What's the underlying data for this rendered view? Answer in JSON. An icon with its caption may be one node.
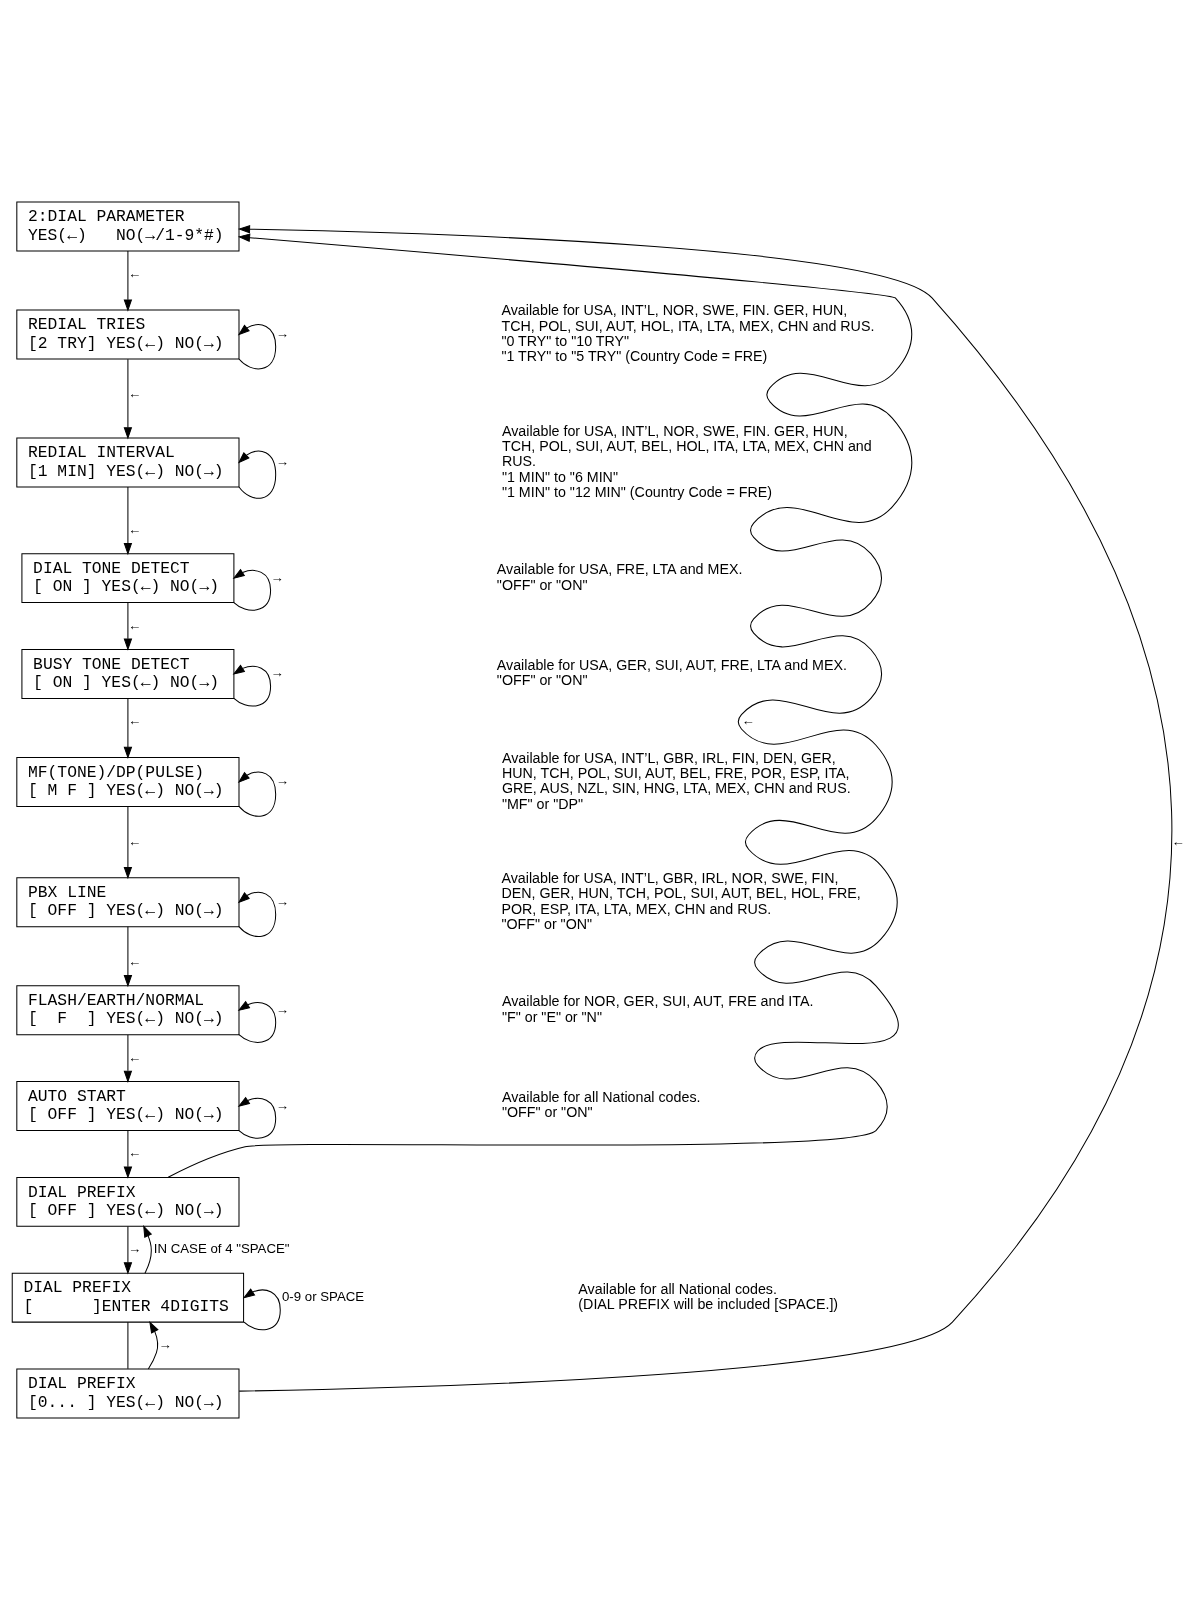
{
  "diagram": {
    "nodes": [
      {
        "text": [
          "2:DIAL PARAMETER",
          "YES(←)   NO(→/1-9*#)"
        ]
      },
      {
        "text": [
          "REDIAL TRIES",
          "[2 TRY] YES(←) NO(→)"
        ],
        "beside": [
          "Available for USA, INT’L, NOR, SWE, FIN. GER, HUN, TCH, POL, SUI, AUT, HOL, ITA, LTA, MEX, CHN and RUS.",
          "\"0 TRY\" to \"10 TRY\"",
          "\"1 TRY\" to \"5 TRY\" (Country Code = FRE)"
        ]
      },
      {
        "text": [
          "REDIAL INTERVAL",
          "[1 MIN] YES(←) NO(→)"
        ],
        "beside": [
          "Available for USA, INT’L, NOR, SWE, FIN. GER, HUN, TCH, POL, SUI, AUT, BEL, HOL, ITA, LTA, MEX, CHN and RUS.",
          "\"1 MIN\" to \"6 MIN\"",
          "\"1 MIN\" to \"12 MIN\" (Country Code = FRE)"
        ]
      },
      {
        "text": [
          "DIAL TONE DETECT",
          "[ ON ] YES(←) NO(→)"
        ],
        "beside": [
          "Available for USA, FRE, LTA and MEX.",
          "\"OFF\" or \"ON\""
        ]
      },
      {
        "text": [
          "BUSY TONE DETECT",
          "[ ON ] YES(←) NO(→)"
        ],
        "beside": [
          "Available for USA, GER, SUI, AUT, FRE, LTA and MEX.",
          "\"OFF\" or \"ON\""
        ]
      },
      {
        "text": [
          "MF(TONE)/DP(PULSE)",
          "[ M F ] YES(←) NO(→)"
        ],
        "beside": [
          "Available for USA, INT’L, GBR, IRL, FIN, DEN, GER, HUN, TCH, POL, SUI, AUT, BEL, FRE, POR, ESP, ITA, GRE, AUS, NZL, SIN, HNG, LTA, MEX, CHN and RUS.",
          "\"MF\" or \"DP\""
        ]
      },
      {
        "text": [
          "PBX LINE",
          "[ OFF ] YES(←) NO(→)"
        ],
        "beside": [
          "Available for USA, INT’L, GBR, IRL, NOR, SWE, FIN, DEN, GER, HUN, TCH, POL, SUI, AUT, BEL, HOL, FRE, POR, ESP, ITA, LTA, MEX, CHN and RUS.",
          "\"OFF\" or \"ON\""
        ]
      },
      {
        "text": [
          "FLASH/EARTH/NORMAL",
          "[  F  ] YES(←) NO(→)"
        ],
        "beside": [
          "Available for NOR, GER, SUI, AUT, FRE and ITA.",
          "\"F\" or \"E\" or \"N\""
        ]
      },
      {
        "text": [
          "AUTO START",
          "[ OFF ] YES(←) NO(→)"
        ],
        "beside": [
          "Available for all National codes.",
          "\"OFF\" or \"ON\""
        ]
      },
      {
        "text": [
          "DIAL PREFIX",
          "[ OFF ] YES(←) NO(→)"
        ]
      },
      {
        "text": [
          "DIAL PREFIX",
          "[      ]ENTER 4DIGITS"
        ],
        "beside": [
          "Available for all National codes.",
          "(DIAL PREFIX will be included [SPACE.])"
        ]
      },
      {
        "text": [
          "DIAL PREFIX",
          "[0... ] YES(←) NO(→)"
        ]
      }
    ],
    "edges": [
      {
        "from": 0,
        "to": 1,
        "arrow": "to",
        "label": "←"
      },
      {
        "from": 1,
        "to": 1,
        "arrow": "to",
        "label": "→"
      },
      {
        "from": 1,
        "to": 2,
        "arrow": "to",
        "label": "←"
      },
      {
        "from": 2,
        "to": 2,
        "arrow": "to",
        "label": "→"
      },
      {
        "from": 2,
        "to": 3,
        "arrow": "to",
        "label": "←"
      },
      {
        "from": 3,
        "to": 3,
        "arrow": "to",
        "label": "→"
      },
      {
        "from": 3,
        "to": 4,
        "arrow": "to",
        "label": "←"
      },
      {
        "from": 4,
        "to": 4,
        "arrow": "to",
        "label": "→"
      },
      {
        "from": 4,
        "to": 5,
        "arrow": "to",
        "label": "←"
      },
      {
        "from": 5,
        "to": 5,
        "arrow": "to",
        "label": "→"
      },
      {
        "from": 5,
        "to": 6,
        "arrow": "to",
        "label": "←"
      },
      {
        "from": 6,
        "to": 6,
        "arrow": "to",
        "label": "→"
      },
      {
        "from": 6,
        "to": 7,
        "arrow": "to",
        "label": "←"
      },
      {
        "from": 7,
        "to": 7,
        "arrow": "to",
        "label": "→"
      },
      {
        "from": 7,
        "to": 8,
        "arrow": "to",
        "label": "←"
      },
      {
        "from": 8,
        "to": 8,
        "arrow": "to",
        "label": "→"
      },
      {
        "from": 8,
        "to": 9,
        "arrow": "to",
        "label": "←"
      },
      {
        "from": 9,
        "to": 10,
        "arrow": "to",
        "label": "→"
      },
      {
        "from": 10,
        "to": 10,
        "arrow": "to",
        "label": "0-9 or SPACE"
      },
      {
        "from": 10,
        "to": 9,
        "arrow": "to",
        "label": "IN CASE of 4 \"SPACE\""
      },
      {
        "from": 10,
        "to": 11,
        "arrow": "none"
      },
      {
        "from": 9,
        "to": 0,
        "arrow": "to",
        "label": "←"
      },
      {
        "from": 11,
        "to": 0,
        "arrow": "to",
        "label": "←"
      },
      {
        "from": 11,
        "to": 10,
        "arrow": "to",
        "label": "→"
      }
    ]
  }
}
